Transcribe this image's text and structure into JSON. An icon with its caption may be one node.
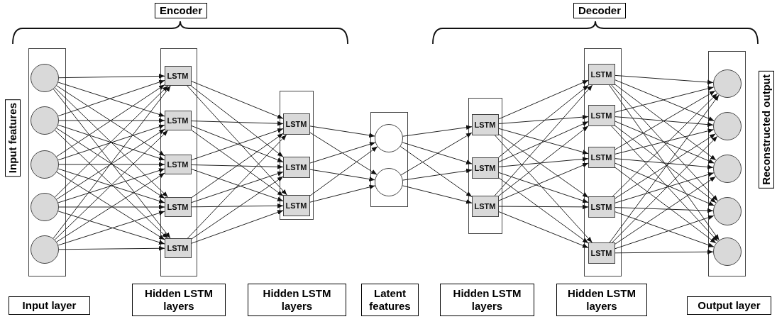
{
  "diagram": {
    "nodes": [
      {
        "text": [],
        "shape": "box",
        "beside": [
          "Input layer"
        ]
      },
      {
        "text": [],
        "shape": "circle",
        "in": 0
      },
      {
        "text": [],
        "shape": "circle",
        "in": 0
      },
      {
        "text": [],
        "shape": "circle",
        "in": 0
      },
      {
        "text": [],
        "shape": "circle",
        "in": 0
      },
      {
        "text": [],
        "shape": "circle",
        "in": 0
      },
      {
        "text": [],
        "shape": "box",
        "beside": [
          "Hidden LSTM layers"
        ]
      },
      {
        "text": [
          "LSTM"
        ],
        "in": 6
      },
      {
        "text": [
          "LSTM"
        ],
        "in": 6
      },
      {
        "text": [
          "LSTM"
        ],
        "in": 6
      },
      {
        "text": [
          "LSTM"
        ],
        "in": 6
      },
      {
        "text": [
          "LSTM"
        ],
        "in": 6
      },
      {
        "text": [],
        "shape": "box"
      },
      {
        "text": [
          "LSTM"
        ],
        "in": 12
      },
      {
        "text": [
          "LSTM"
        ],
        "in": 12
      },
      {
        "text": [
          "LSTM"
        ],
        "in": 12
      },
      {
        "text": [],
        "shape": "box"
      },
      {
        "text": [],
        "shape": "circle",
        "in": 16
      },
      {
        "text": [],
        "shape": "circle",
        "in": 16
      },
      {
        "text": [],
        "shape": "box"
      },
      {
        "text": [
          "LSTM"
        ],
        "in": 19
      },
      {
        "text": [
          "LSTM"
        ],
        "in": 19
      },
      {
        "text": [
          "LSTM"
        ],
        "in": 19
      },
      {
        "text": [],
        "shape": "box",
        "beside": [
          "Hidden LSTM layers"
        ]
      },
      {
        "text": [
          "LSTM"
        ],
        "in": 23
      },
      {
        "text": [
          "LSTM"
        ],
        "in": 23
      },
      {
        "text": [
          "LSTM"
        ],
        "in": 23
      },
      {
        "text": [
          "LSTM"
        ],
        "in": 23
      },
      {
        "text": [
          "LSTM"
        ],
        "in": 23
      },
      {
        "text": [],
        "shape": "box",
        "beside": [
          "Output layer"
        ]
      },
      {
        "text": [],
        "shape": "circle",
        "in": 29
      },
      {
        "text": [],
        "shape": "circle",
        "in": 29
      },
      {
        "text": [],
        "shape": "circle",
        "in": 29
      },
      {
        "text": [],
        "shape": "circle",
        "in": 29
      },
      {
        "text": [],
        "shape": "circle",
        "in": 29
      }
    ],
    "edges": [
      {
        "from": 1,
        "to": 7,
        "arrow": "to"
      },
      {
        "from": 1,
        "to": 8,
        "arrow": "to"
      },
      {
        "from": 1,
        "to": 9,
        "arrow": "to"
      },
      {
        "from": 1,
        "to": 10,
        "arrow": "to"
      },
      {
        "from": 1,
        "to": 11,
        "arrow": "to"
      },
      {
        "from": 2,
        "to": 7,
        "arrow": "to"
      },
      {
        "from": 2,
        "to": 8,
        "arrow": "to"
      },
      {
        "from": 2,
        "to": 9,
        "arrow": "to"
      },
      {
        "from": 2,
        "to": 10,
        "arrow": "to"
      },
      {
        "from": 2,
        "to": 11,
        "arrow": "to"
      },
      {
        "from": 3,
        "to": 7,
        "arrow": "to"
      },
      {
        "from": 3,
        "to": 8,
        "arrow": "to"
      },
      {
        "from": 3,
        "to": 9,
        "arrow": "to"
      },
      {
        "from": 3,
        "to": 10,
        "arrow": "to"
      },
      {
        "from": 3,
        "to": 11,
        "arrow": "to"
      },
      {
        "from": 4,
        "to": 7,
        "arrow": "to"
      },
      {
        "from": 4,
        "to": 8,
        "arrow": "to"
      },
      {
        "from": 4,
        "to": 9,
        "arrow": "to"
      },
      {
        "from": 4,
        "to": 10,
        "arrow": "to"
      },
      {
        "from": 4,
        "to": 11,
        "arrow": "to"
      },
      {
        "from": 5,
        "to": 7,
        "arrow": "to"
      },
      {
        "from": 5,
        "to": 8,
        "arrow": "to"
      },
      {
        "from": 5,
        "to": 9,
        "arrow": "to"
      },
      {
        "from": 5,
        "to": 10,
        "arrow": "to"
      },
      {
        "from": 5,
        "to": 11,
        "arrow": "to"
      },
      {
        "from": 7,
        "to": 13,
        "arrow": "to"
      },
      {
        "from": 7,
        "to": 14,
        "arrow": "to"
      },
      {
        "from": 7,
        "to": 15,
        "arrow": "to"
      },
      {
        "from": 8,
        "to": 13,
        "arrow": "to"
      },
      {
        "from": 8,
        "to": 14,
        "arrow": "to"
      },
      {
        "from": 8,
        "to": 15,
        "arrow": "to"
      },
      {
        "from": 9,
        "to": 13,
        "arrow": "to"
      },
      {
        "from": 9,
        "to": 14,
        "arrow": "to"
      },
      {
        "from": 9,
        "to": 15,
        "arrow": "to"
      },
      {
        "from": 10,
        "to": 13,
        "arrow": "to"
      },
      {
        "from": 10,
        "to": 14,
        "arrow": "to"
      },
      {
        "from": 10,
        "to": 15,
        "arrow": "to"
      },
      {
        "from": 11,
        "to": 13,
        "arrow": "to"
      },
      {
        "from": 11,
        "to": 14,
        "arrow": "to"
      },
      {
        "from": 11,
        "to": 15,
        "arrow": "to"
      },
      {
        "from": 13,
        "to": 17,
        "arrow": "to"
      },
      {
        "from": 13,
        "to": 18,
        "arrow": "to"
      },
      {
        "from": 14,
        "to": 17,
        "arrow": "to"
      },
      {
        "from": 14,
        "to": 18,
        "arrow": "to"
      },
      {
        "from": 15,
        "to": 17,
        "arrow": "to"
      },
      {
        "from": 15,
        "to": 18,
        "arrow": "to"
      },
      {
        "from": 17,
        "to": 20,
        "arrow": "to"
      },
      {
        "from": 17,
        "to": 21,
        "arrow": "to"
      },
      {
        "from": 17,
        "to": 22,
        "arrow": "to"
      },
      {
        "from": 18,
        "to": 20,
        "arrow": "to"
      },
      {
        "from": 18,
        "to": 21,
        "arrow": "to"
      },
      {
        "from": 18,
        "to": 22,
        "arrow": "to"
      },
      {
        "from": 20,
        "to": 24,
        "arrow": "to"
      },
      {
        "from": 20,
        "to": 25,
        "arrow": "to"
      },
      {
        "from": 20,
        "to": 26,
        "arrow": "to"
      },
      {
        "from": 20,
        "to": 27,
        "arrow": "to"
      },
      {
        "from": 20,
        "to": 28,
        "arrow": "to"
      },
      {
        "from": 21,
        "to": 24,
        "arrow": "to"
      },
      {
        "from": 21,
        "to": 25,
        "arrow": "to"
      },
      {
        "from": 21,
        "to": 26,
        "arrow": "to"
      },
      {
        "from": 21,
        "to": 27,
        "arrow": "to"
      },
      {
        "from": 21,
        "to": 28,
        "arrow": "to"
      },
      {
        "from": 22,
        "to": 24,
        "arrow": "to"
      },
      {
        "from": 22,
        "to": 25,
        "arrow": "to"
      },
      {
        "from": 22,
        "to": 26,
        "arrow": "to"
      },
      {
        "from": 22,
        "to": 27,
        "arrow": "to"
      },
      {
        "from": 22,
        "to": 28,
        "arrow": "to"
      },
      {
        "from": 24,
        "to": 30,
        "arrow": "to"
      },
      {
        "from": 24,
        "to": 31,
        "arrow": "to"
      },
      {
        "from": 24,
        "to": 32,
        "arrow": "to"
      },
      {
        "from": 24,
        "to": 33,
        "arrow": "to"
      },
      {
        "from": 24,
        "to": 34,
        "arrow": "to"
      },
      {
        "from": 25,
        "to": 30,
        "arrow": "to"
      },
      {
        "from": 25,
        "to": 31,
        "arrow": "to"
      },
      {
        "from": 25,
        "to": 32,
        "arrow": "to"
      },
      {
        "from": 25,
        "to": 33,
        "arrow": "to"
      },
      {
        "from": 25,
        "to": 34,
        "arrow": "to"
      },
      {
        "from": 26,
        "to": 30,
        "arrow": "to"
      },
      {
        "from": 26,
        "to": 31,
        "arrow": "to"
      },
      {
        "from": 26,
        "to": 32,
        "arrow": "to"
      },
      {
        "from": 26,
        "to": 33,
        "arrow": "to"
      },
      {
        "from": 26,
        "to": 34,
        "arrow": "to"
      },
      {
        "from": 27,
        "to": 30,
        "arrow": "to"
      },
      {
        "from": 27,
        "to": 31,
        "arrow": "to"
      },
      {
        "from": 27,
        "to": 32,
        "arrow": "to"
      },
      {
        "from": 27,
        "to": 33,
        "arrow": "to"
      },
      {
        "from": 27,
        "to": 34,
        "arrow": "to"
      },
      {
        "from": 28,
        "to": 30,
        "arrow": "to"
      },
      {
        "from": 28,
        "to": 31,
        "arrow": "to"
      },
      {
        "from": 28,
        "to": 32,
        "arrow": "to"
      },
      {
        "from": 28,
        "to": 33,
        "arrow": "to"
      },
      {
        "from": 28,
        "to": 34,
        "arrow": "to"
      }
    ],
    "labels": [
      "Encoder",
      "Decoder",
      "Input features",
      "Reconstructed output",
      "Hidden LSTM layers",
      "Latent features",
      "Hidden LSTM layers"
    ]
  }
}
